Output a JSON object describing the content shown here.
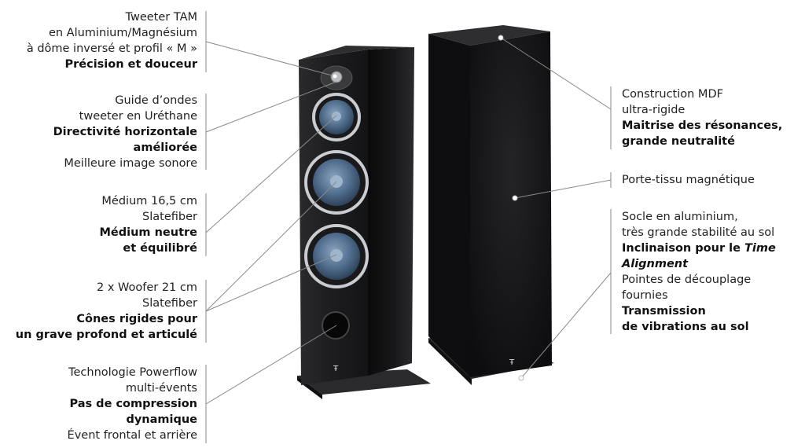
{
  "callouts": {
    "tweeter": {
      "lines": [
        "Tweeter TAM",
        "en Aluminium/Magnésium",
        "à dôme inversé et profil « M »"
      ],
      "bold": [
        "Précision et douceur"
      ]
    },
    "waveguide": {
      "lines": [
        "Guide d’ondes",
        "tweeter en Uréthane"
      ],
      "bold": [
        "Directivité horizontale",
        "améliorée"
      ],
      "after": [
        "Meilleure image sonore"
      ]
    },
    "medium": {
      "lines": [
        "Médium 16,5 cm",
        "Slatefiber"
      ],
      "bold": [
        "Médium neutre",
        "et équilibré"
      ]
    },
    "woofer": {
      "lines": [
        "2 x Woofer 21 cm",
        "Slatefiber"
      ],
      "bold": [
        "Cônes rigides pour",
        "un grave profond et articulé"
      ]
    },
    "powerflow": {
      "lines": [
        "Technologie Powerflow",
        "multi-évents"
      ],
      "bold": [
        "Pas de compression",
        "dynamique"
      ],
      "after": [
        "Évent frontal et arrière"
      ]
    },
    "mdf": {
      "lines": [
        "Construction MDF",
        "ultra-rigide"
      ],
      "bold": [
        "Maitrise des résonances,",
        "grande neutralité"
      ]
    },
    "grille": {
      "lines": [
        "Porte-tissu magnétique"
      ]
    },
    "base": {
      "line1": "Socle en aluminium,",
      "line2": "très grande stabilité au sol",
      "bold1": "Inclinaison pour le ",
      "bold1_italic": "Time",
      "bold2_italic": "Alignment",
      "line3": "Pointes de découplage",
      "line4": "fournies",
      "bold3": "Transmission",
      "bold4": "de vibrations au sol"
    }
  },
  "colors": {
    "cabinet": "#1b1b1d",
    "cabinet_side": "#0c0c0d",
    "driver_ring": "#c9ccd0",
    "cone": "#5d7a99",
    "leader_line": "#8a8a8a"
  },
  "icons": [
    "focal-logo-icon"
  ]
}
